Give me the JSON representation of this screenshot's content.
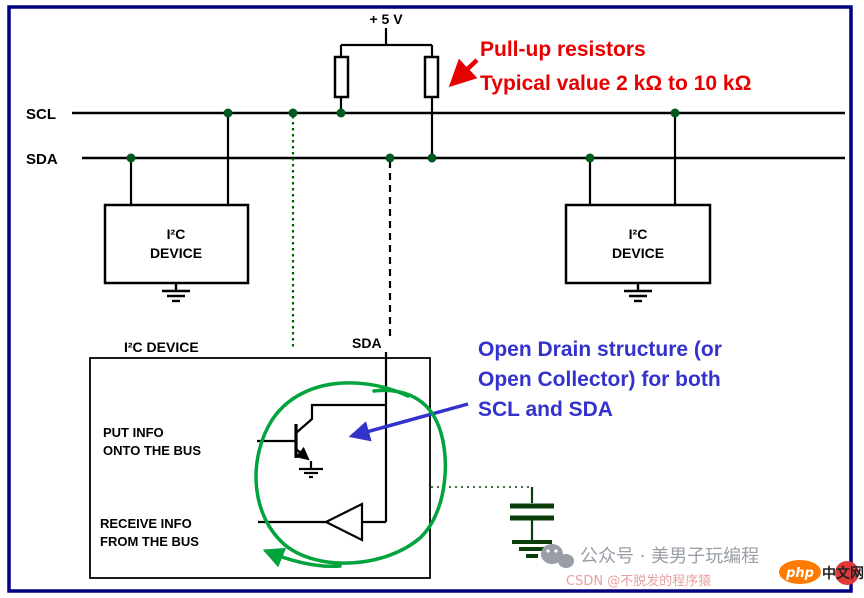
{
  "colors": {
    "border": "#000082",
    "wire": "#000000",
    "junction_dot": "#00591e",
    "scl_dotted_green": "#006400",
    "annotation_red": "#e60000",
    "annotation_blue": "#3333cc",
    "annotation_green": "#00a33c",
    "capacitor_green": "#0a3d0a",
    "watermark_gray": "#999ea6",
    "watermark_csdn": "#e8a0a0",
    "php_logo_orange": "#ff7a00"
  },
  "power": {
    "label": "+ 5 V"
  },
  "bus": {
    "scl_label": "SCL",
    "sda_label": "SDA"
  },
  "device_left": {
    "line1": "I²C",
    "line2": "DEVICE"
  },
  "device_right": {
    "line1": "I²C",
    "line2": "DEVICE"
  },
  "bottom_device": {
    "title": "I²C  DEVICE",
    "sda_label": "SDA",
    "put_line1": "PUT INFO",
    "put_line2": "ONTO THE BUS",
    "receive_line1": "RECEIVE INFO",
    "receive_line2": "FROM THE BUS"
  },
  "annotations": {
    "pullup_line1": "Pull-up resistors",
    "pullup_line2": "Typical value 2 kΩ to 10 kΩ",
    "open_drain_line1": "Open Drain structure (or",
    "open_drain_line2": "Open Collector) for both",
    "open_drain_line3": "SCL and SDA"
  },
  "watermarks": {
    "wechat": "公众号 · 美男子玩编程",
    "csdn": "CSDN @不脱发的程序猿",
    "php": "php",
    "site": "中文网"
  }
}
